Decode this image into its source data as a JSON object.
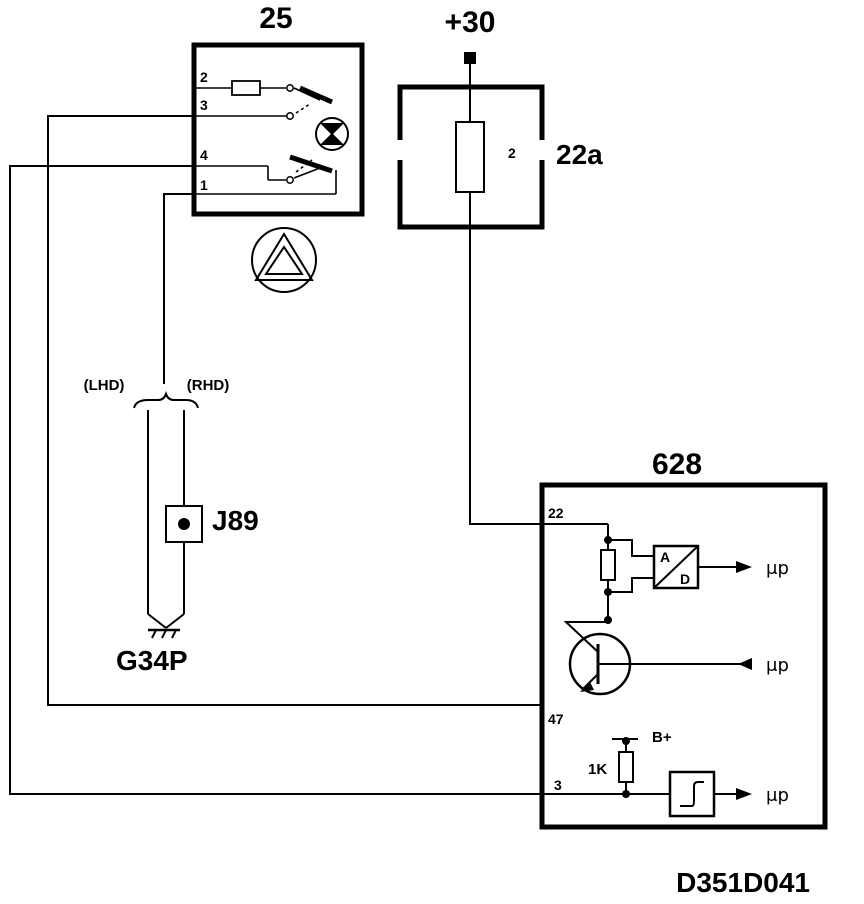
{
  "diagram_code": "D351D041",
  "components": {
    "switch": {
      "id": "25",
      "pins": [
        "2",
        "3",
        "4",
        "1"
      ]
    },
    "fuse": {
      "id": "22a",
      "supply": "+30",
      "pin": "2"
    },
    "module": {
      "id": "628",
      "pins": [
        "22",
        "47",
        "3"
      ],
      "adc_top": "A",
      "adc_bottom": "D",
      "resistor_value": "1K",
      "supply": "B+",
      "output_label": "μp"
    },
    "connector": {
      "id": "J89"
    },
    "ground": {
      "id": "G34P"
    },
    "variants": {
      "left": "(LHD)",
      "right": "(RHD)"
    }
  }
}
